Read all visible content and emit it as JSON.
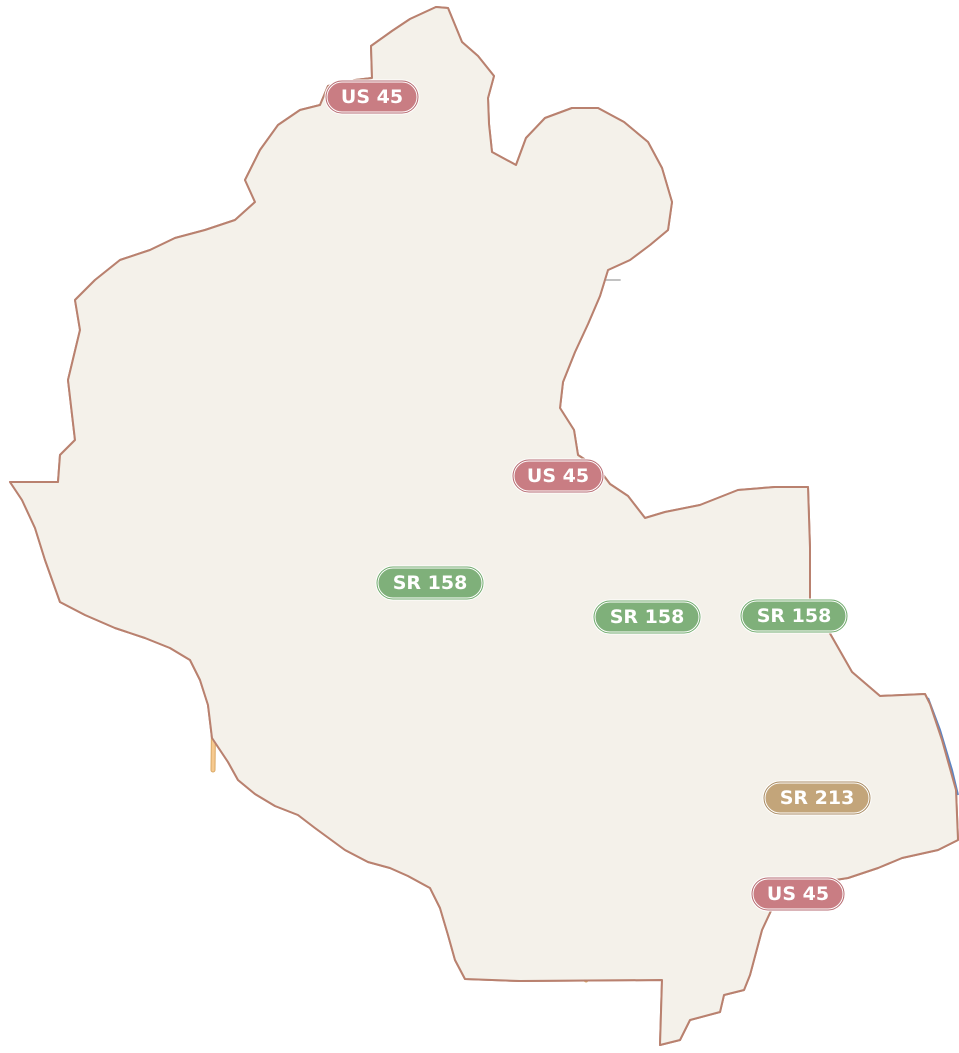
{
  "map": {
    "colors": {
      "background": "#ffffff",
      "land_fill": "#f4f1ea",
      "county_border": "#b9816f",
      "minor_road": "#b9b9b9",
      "us_route": "#d38a8f",
      "us_route_casing": "#b66a70",
      "state_route_green": "#8fd18b",
      "state_route_green_casing": "#6faa6b",
      "state_route_tan": "#f6c98f",
      "state_route_tan_casing": "#d9a865",
      "water_line": "#5b84c4",
      "building": "#a8a6a4"
    },
    "shields": [
      {
        "label": "US 45",
        "route_class": "us-route"
      },
      {
        "label": "US 45",
        "route_class": "us-route"
      },
      {
        "label": "US 45",
        "route_class": "us-route"
      },
      {
        "label": "SR 158",
        "route_class": "state-route-green"
      },
      {
        "label": "SR 158",
        "route_class": "state-route-green"
      },
      {
        "label": "SR 158",
        "route_class": "state-route-green"
      },
      {
        "label": "SR 213",
        "route_class": "state-route-tan"
      }
    ]
  }
}
